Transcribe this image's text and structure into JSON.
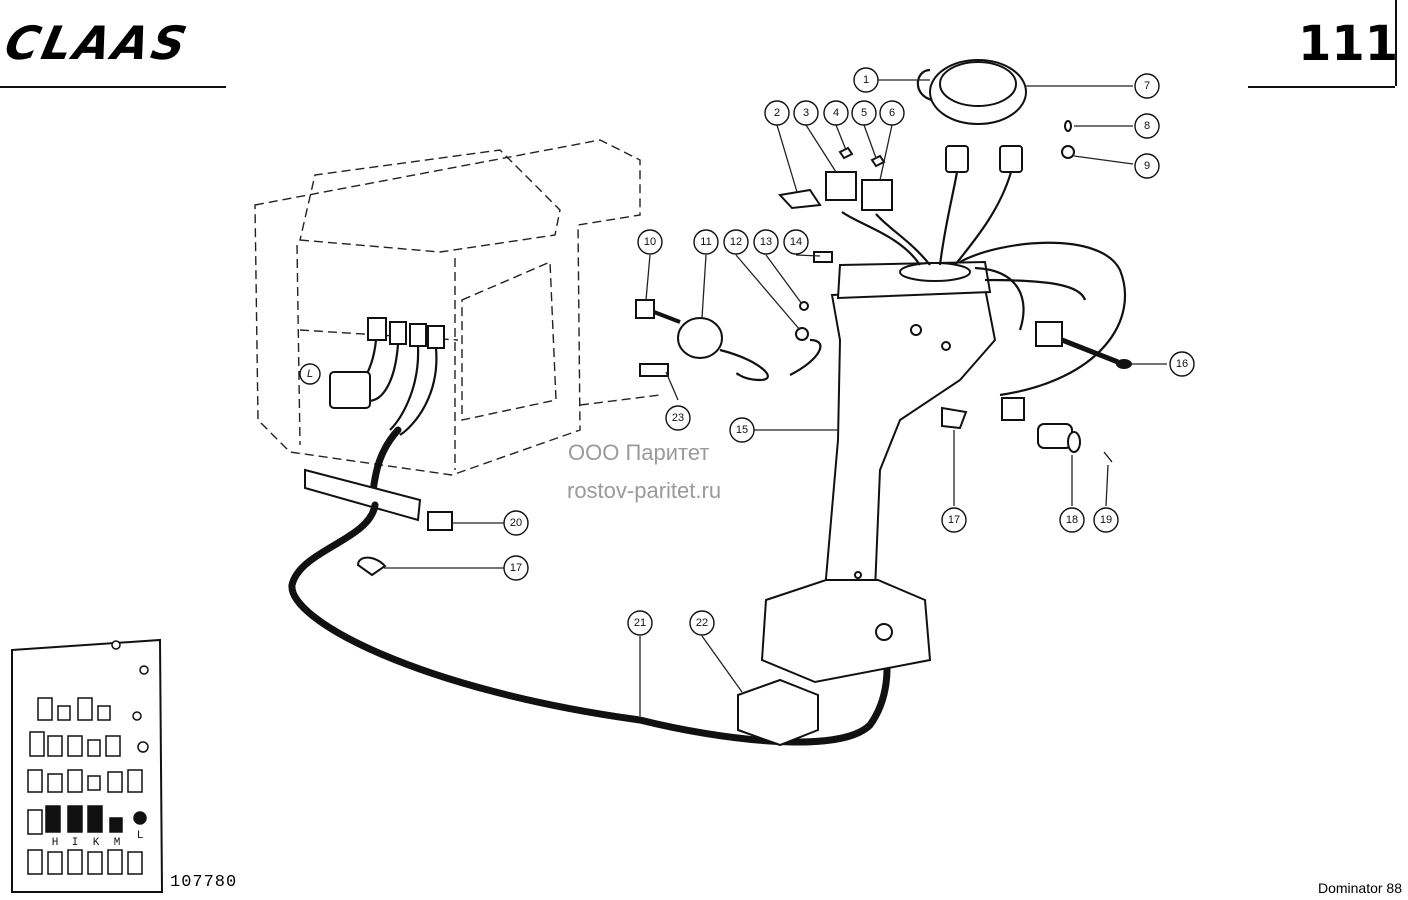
{
  "header": {
    "brand": "CLAAS",
    "page_number": "111"
  },
  "footer": {
    "figure_number": "107780",
    "model": "Dominator 88"
  },
  "watermark": {
    "line1": "ООО Паритет",
    "line2": "rostov-paritet.ru"
  },
  "callouts": [
    "1",
    "2",
    "3",
    "4",
    "5",
    "6",
    "7",
    "8",
    "9",
    "10",
    "11",
    "12",
    "13",
    "14",
    "15",
    "16",
    "17",
    "17",
    "18",
    "19",
    "20",
    "21",
    "22",
    "23",
    "L"
  ],
  "fuse_box": {
    "labels": [
      "H",
      "I",
      "K",
      "M",
      "L"
    ]
  }
}
